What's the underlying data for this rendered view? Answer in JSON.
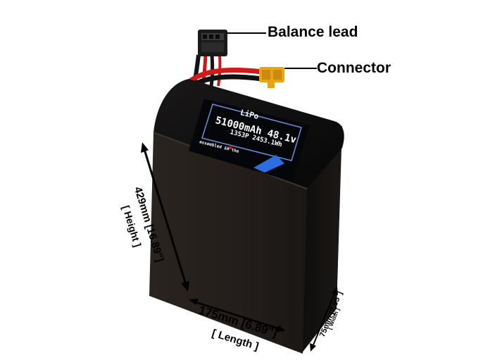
{
  "callouts": {
    "balance_lead": "Balance lead",
    "connector": "Connector"
  },
  "battery_label": {
    "chemistry": "LiPo",
    "capacity_voltage": "51000mAh 48.1v",
    "config_energy": "13S3P 2453.1Wh",
    "assembled": "assembled in the",
    "flag_icon": "us-flag-icon",
    "logo_icon": "maxamps-logo"
  },
  "dimensions": {
    "height_value": "429mm [16.89\"]",
    "height_name": "[ Height ]",
    "length_value": "175mm [6.89\"]",
    "length_name": "[ Length ]",
    "width_value": "75mm [2.95\"]",
    "width_name": "[ Width ]"
  },
  "colors": {
    "battery_body": "#1e1a18",
    "battery_top": "#0d0c0c",
    "label_bg": "#05060a",
    "accent_blue": "#2c6de0",
    "wire_red": "#d11a1a",
    "connector_yellow": "#e8a417"
  }
}
